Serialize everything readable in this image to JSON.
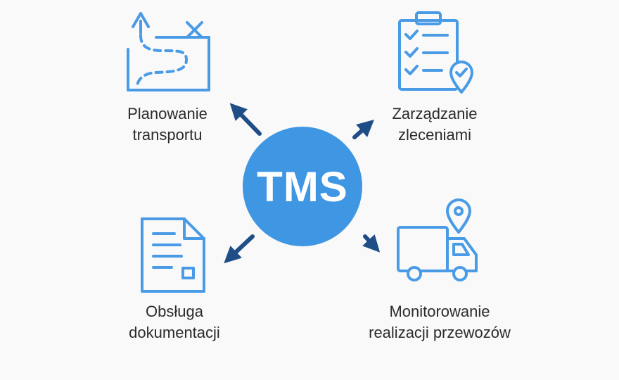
{
  "colors": {
    "background": "#f9f9f9",
    "hub_fill": "#3f96e3",
    "icon_stroke": "#4a9be6",
    "arrow": "#1f4e86",
    "text": "#2b2b2b"
  },
  "hub": {
    "label": "TMS"
  },
  "nodes": [
    {
      "id": "planning",
      "icon": "route-map-icon",
      "lines": [
        "Planowanie",
        "transportu"
      ]
    },
    {
      "id": "orders",
      "icon": "clipboard-checklist-icon",
      "lines": [
        "Zarządzanie",
        "zleceniami"
      ]
    },
    {
      "id": "documents",
      "icon": "document-icon",
      "lines": [
        "Obsługa",
        "dokumentacji"
      ]
    },
    {
      "id": "monitoring",
      "icon": "truck-location-icon",
      "lines": [
        "Monitorowanie",
        "realizacji przewozów"
      ]
    }
  ]
}
